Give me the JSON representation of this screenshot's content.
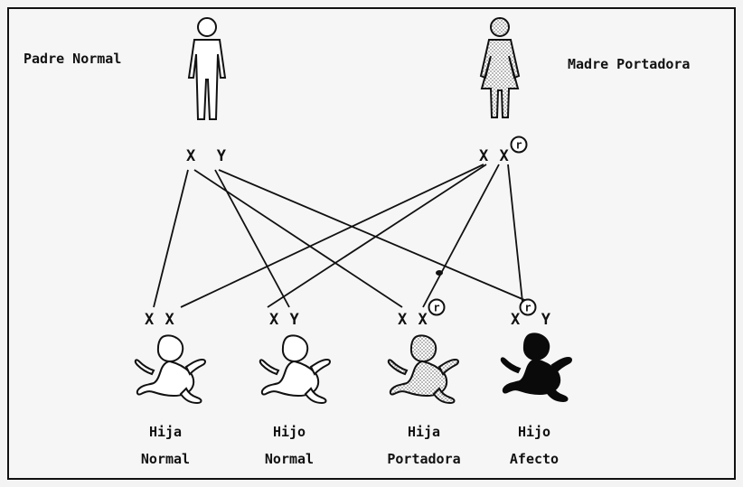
{
  "parents": {
    "father_label": "Padre Normal",
    "mother_label": "Madre Portadora",
    "father_genotype": {
      "a": "X",
      "b": "Y"
    },
    "mother_genotype": {
      "a": "X",
      "b": "X",
      "marker": "r"
    }
  },
  "children": [
    {
      "genotype": {
        "a": "X",
        "b": "X"
      },
      "line1": "Hija",
      "line2": "Normal"
    },
    {
      "genotype": {
        "a": "X",
        "b": "Y"
      },
      "line1": "Hijo",
      "line2": "Normal"
    },
    {
      "genotype": {
        "a": "X",
        "b": "X",
        "marker": "r"
      },
      "line1": "Hija",
      "line2": "Portadora"
    },
    {
      "genotype": {
        "a": "X",
        "b": "Y",
        "marker": "r"
      },
      "line1": "Hijo",
      "line2": "Afecto"
    }
  ],
  "colors": {
    "line": "#111111",
    "affected": "#0a0a0a",
    "carrier_fill": "#cfcfcf"
  },
  "icons": [
    "father-figure-icon",
    "mother-figure-icon",
    "baby-icon"
  ]
}
